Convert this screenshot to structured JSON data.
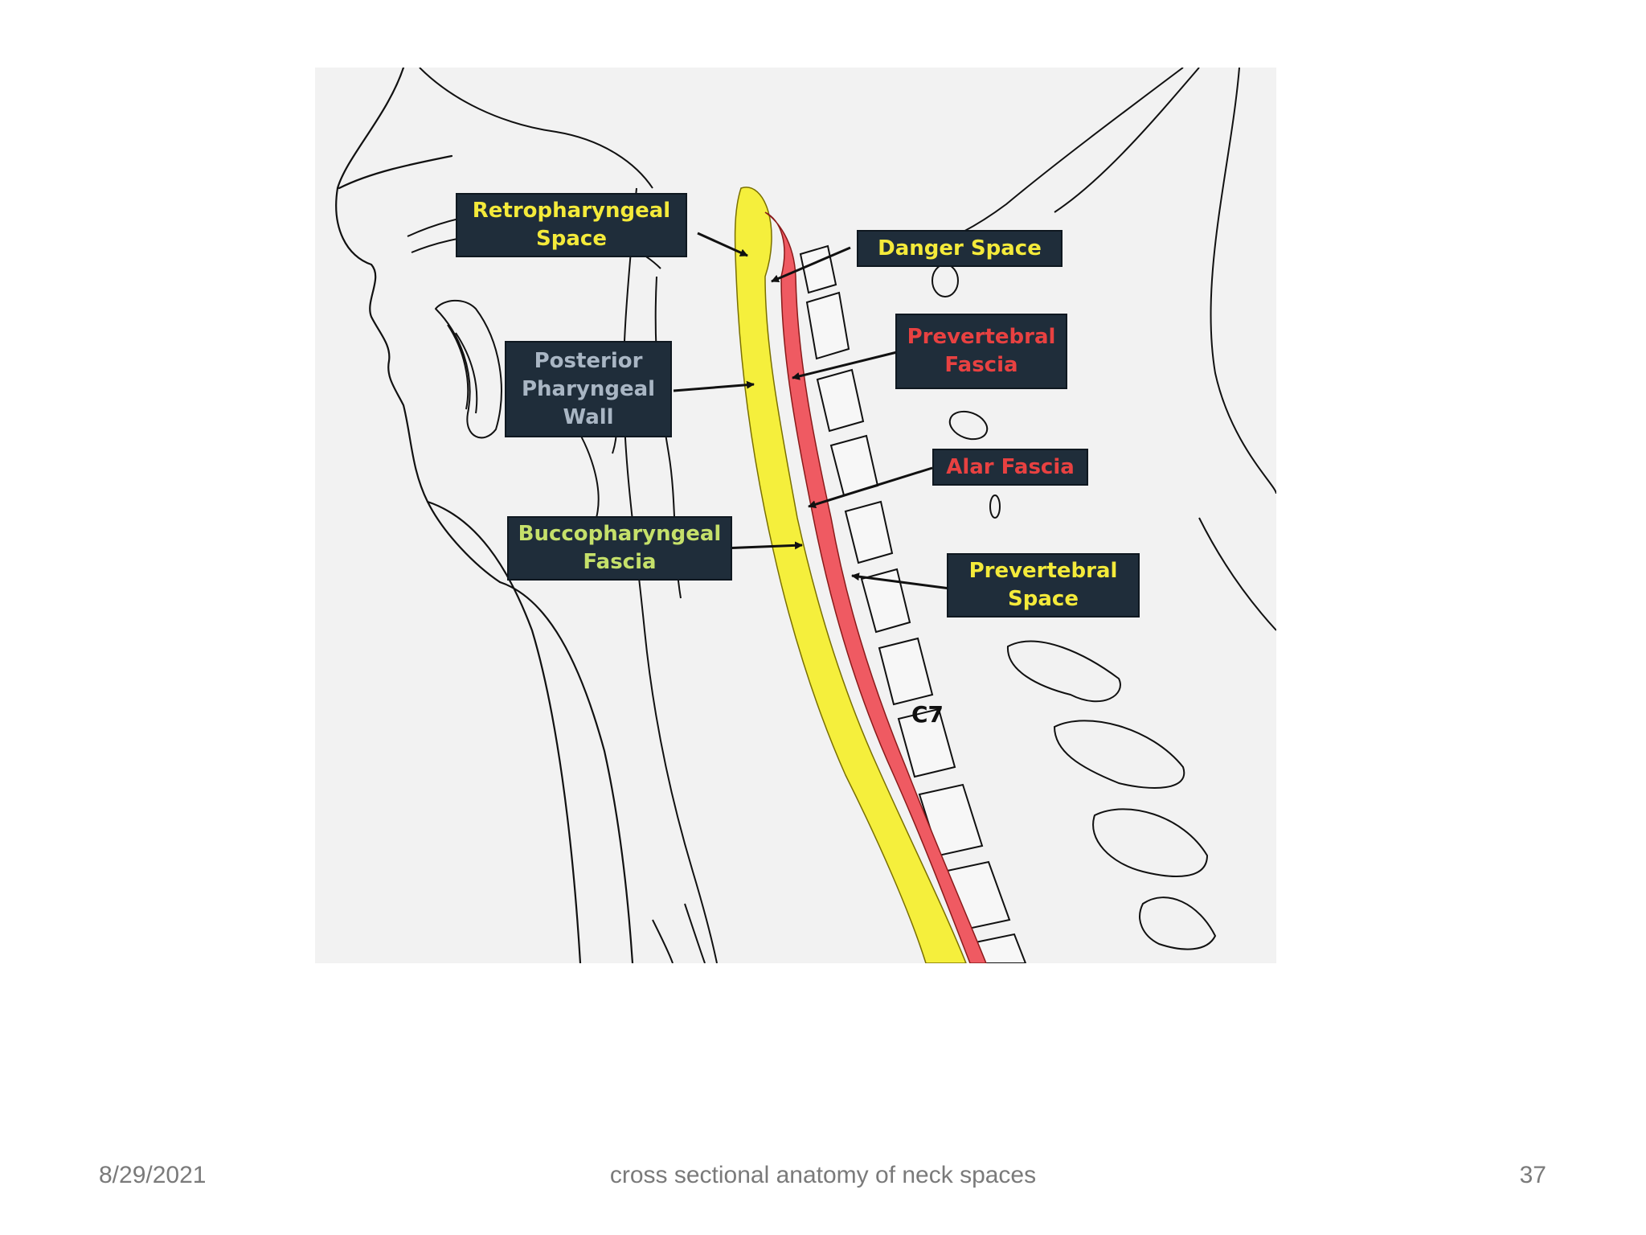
{
  "figure": {
    "labels": {
      "retropharyngeal_space": [
        "Retropharyngeal",
        "Space"
      ],
      "danger_space": [
        "Danger Space"
      ],
      "posterior_pharyngeal_wall": [
        "Posterior",
        "Pharyngeal",
        "Wall"
      ],
      "prevertebral_fascia": [
        "Prevertebral",
        "Fascia"
      ],
      "alar_fascia": [
        "Alar Fascia"
      ],
      "buccopharyngeal_fascia": [
        "Buccopharyngeal",
        "Fascia"
      ],
      "prevertebral_space": [
        "Prevertebral",
        "Space"
      ]
    },
    "vertebra_label": "C7",
    "colors": {
      "retropharyngeal_space": "#f4ea3a",
      "danger_space": "#f4ea3a",
      "posterior_pharyngeal_wall": "#a9b6c4",
      "prevertebral_fascia": "#e84141",
      "alar_fascia": "#e84141",
      "buccopharyngeal_fascia": "#c5e06a",
      "prevertebral_space": "#f4ea3a",
      "label_background": "#1f2d3a",
      "fascia_band_yellow": "#f5ef3c",
      "fascia_band_red": "#ef5a62"
    }
  },
  "footer": {
    "date": "8/29/2021",
    "title": "cross sectional anatomy of neck spaces",
    "page": "37"
  }
}
